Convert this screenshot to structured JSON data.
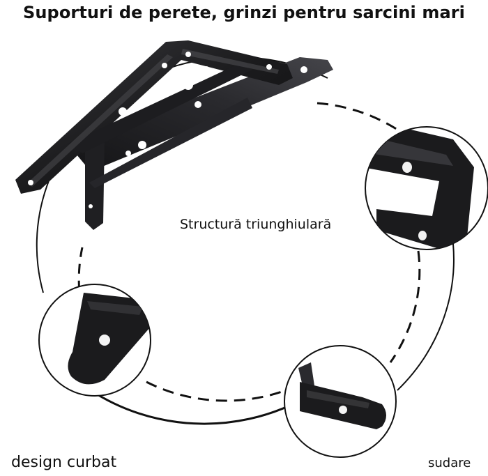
{
  "title": "Suporturi de perete, grinzi pentru sarcini mari",
  "labels": {
    "triangular_structure": "Structură triunghiulară",
    "curved_design": "design curbat",
    "welding": "sudare"
  },
  "colors": {
    "background": "#ffffff",
    "metal": "#1b1b1d",
    "metal_highlight": "#4a4a4e",
    "ring": "#111111",
    "text": "#111111"
  },
  "icons": {
    "main_product": "black-l-shelf-bracket-pair",
    "detail_1": "bracket-corner-closeup",
    "detail_2": "bracket-rounded-end-closeup",
    "detail_3": "bracket-weld-closeup"
  }
}
